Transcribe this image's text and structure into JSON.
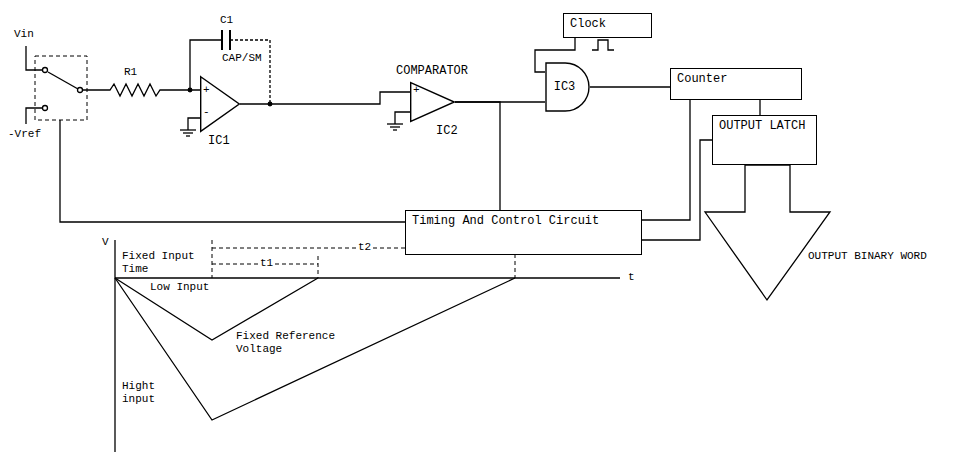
{
  "diagram": {
    "nodes": [
      {
        "text": [
          "IC1"
        ]
      },
      {
        "text": [
          "COMPARATOR",
          "IC2"
        ]
      },
      {
        "text": [
          "Clock"
        ]
      },
      {
        "text": [
          "IC3"
        ]
      },
      {
        "text": [
          "Counter"
        ]
      },
      {
        "text": [
          "OUTPUT LATCH"
        ]
      },
      {
        "text": [
          "Timing And Control Circuit"
        ]
      }
    ],
    "edges": [
      {
        "from": 0,
        "to": 1,
        "arrow": "none"
      },
      {
        "from": 1,
        "to": 3,
        "arrow": "none"
      },
      {
        "from": 1,
        "to": 6,
        "arrow": "none"
      },
      {
        "from": 2,
        "to": 3,
        "arrow": "none"
      },
      {
        "from": 3,
        "to": 4,
        "arrow": "none"
      },
      {
        "from": 4,
        "to": 5,
        "arrow": "none"
      },
      {
        "from": 6,
        "to": 4,
        "arrow": "none"
      },
      {
        "from": 6,
        "to": 5,
        "arrow": "none"
      }
    ],
    "labels": [
      "Vin",
      "-Vref",
      "R1",
      "C1",
      "CAP/SM",
      "+",
      "-",
      "+",
      "OUTPUT BINARY WORD",
      "V",
      "t",
      "Fixed Input Time",
      "t1",
      "t2",
      "Low Input",
      "Fixed Reference Voltage",
      "Hight input"
    ]
  }
}
